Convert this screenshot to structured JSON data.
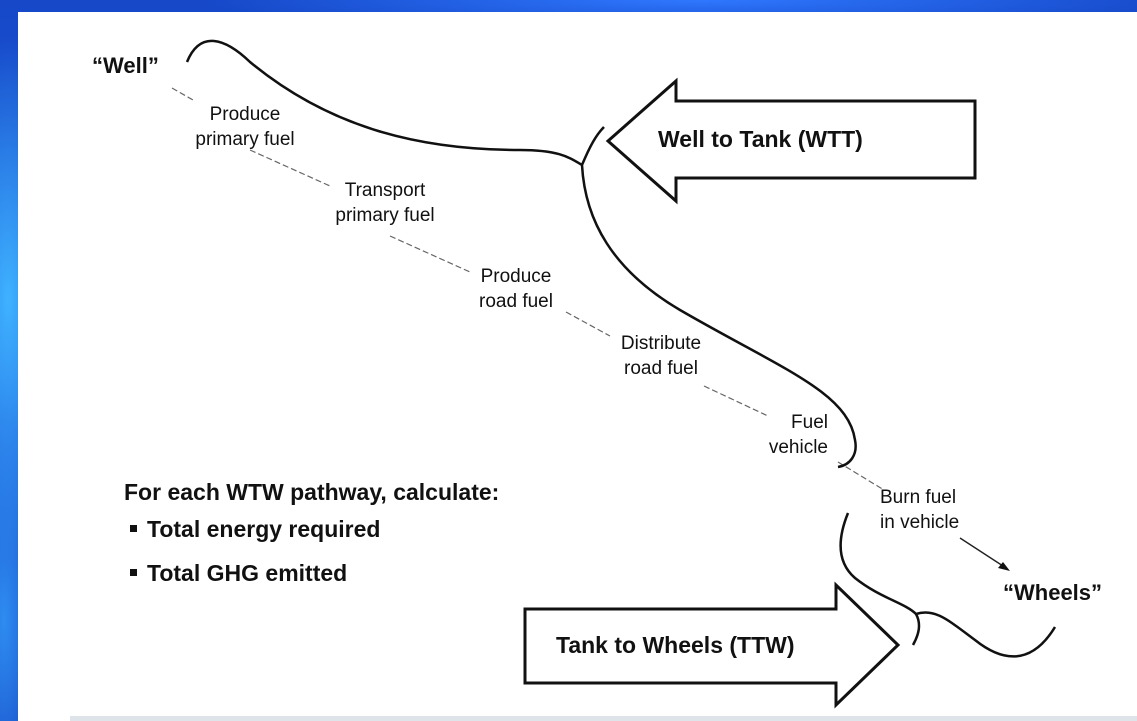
{
  "endpoints": {
    "well": "“Well”",
    "wheels": "“Wheels”"
  },
  "steps": [
    {
      "line1": "Produce",
      "line2": "primary fuel"
    },
    {
      "line1": "Transport",
      "line2": "primary fuel"
    },
    {
      "line1": "Produce",
      "line2": "road fuel"
    },
    {
      "line1": "Distribute",
      "line2": "road fuel"
    },
    {
      "line1": "Fuel",
      "line2": "vehicle"
    },
    {
      "line1": "Burn fuel",
      "line2": "in vehicle"
    }
  ],
  "arrows": {
    "wtt": "Well to Tank (WTT)",
    "ttw": "Tank to Wheels (TTW)"
  },
  "calc": {
    "title": "For each WTW pathway, calculate:",
    "items": [
      "Total energy required",
      "Total GHG emitted"
    ]
  }
}
